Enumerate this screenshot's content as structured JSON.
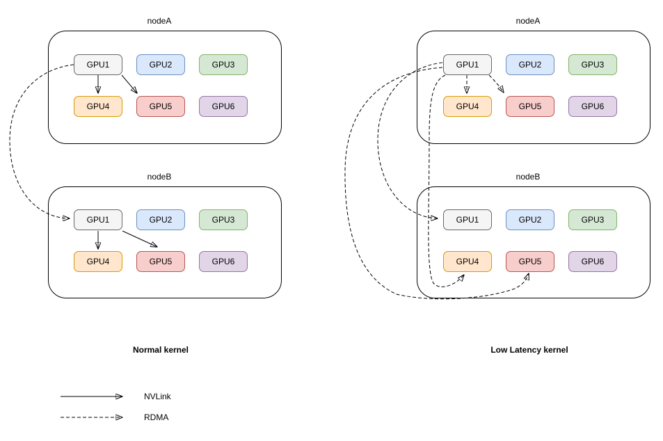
{
  "diagram": {
    "panels": [
      {
        "caption": "Normal kernel",
        "nodes": [
          {
            "title": "nodeA",
            "gpus": [
              "GPU1",
              "GPU2",
              "GPU3",
              "GPU4",
              "GPU5",
              "GPU6"
            ]
          },
          {
            "title": "nodeB",
            "gpus": [
              "GPU1",
              "GPU2",
              "GPU3",
              "GPU4",
              "GPU5",
              "GPU6"
            ]
          }
        ],
        "edges": [
          {
            "from": "nodeA.GPU1",
            "to": "nodeA.GPU4",
            "type": "NVLink"
          },
          {
            "from": "nodeA.GPU1",
            "to": "nodeA.GPU5",
            "type": "NVLink"
          },
          {
            "from": "nodeA.GPU1",
            "to": "nodeB.GPU1",
            "type": "RDMA"
          },
          {
            "from": "nodeB.GPU1",
            "to": "nodeB.GPU4",
            "type": "NVLink"
          },
          {
            "from": "nodeB.GPU1",
            "to": "nodeB.GPU5",
            "type": "NVLink"
          }
        ]
      },
      {
        "caption": "Low Latency kernel",
        "nodes": [
          {
            "title": "nodeA",
            "gpus": [
              "GPU1",
              "GPU2",
              "GPU3",
              "GPU4",
              "GPU5",
              "GPU6"
            ]
          },
          {
            "title": "nodeB",
            "gpus": [
              "GPU1",
              "GPU2",
              "GPU3",
              "GPU4",
              "GPU5",
              "GPU6"
            ]
          }
        ],
        "edges": [
          {
            "from": "nodeA.GPU1",
            "to": "nodeA.GPU4",
            "type": "RDMA"
          },
          {
            "from": "nodeA.GPU1",
            "to": "nodeA.GPU5",
            "type": "RDMA"
          },
          {
            "from": "nodeA.GPU1",
            "to": "nodeB.GPU1",
            "type": "RDMA"
          },
          {
            "from": "nodeA.GPU1",
            "to": "nodeB.GPU4",
            "type": "RDMA"
          },
          {
            "from": "nodeA.GPU1",
            "to": "nodeB.GPU5",
            "type": "RDMA"
          }
        ]
      }
    ],
    "legend": {
      "items": [
        {
          "label": "NVLink",
          "line": "solid"
        },
        {
          "label": "RDMA",
          "line": "dashed"
        }
      ]
    },
    "colors": {
      "background": "#ffffff",
      "edge": "#000000",
      "gpu_palette": {
        "GPU1": {
          "fill": "#f5f5f5",
          "stroke": "#666666"
        },
        "GPU2": {
          "fill": "#dae8fc",
          "stroke": "#6c8ebf"
        },
        "GPU3": {
          "fill": "#d5e8d4",
          "stroke": "#82b366"
        },
        "GPU4": {
          "fill": "#ffe6cc",
          "stroke": "#d79b00"
        },
        "GPU5": {
          "fill": "#f8cecc",
          "stroke": "#b85450"
        },
        "GPU6": {
          "fill": "#e1d5e7",
          "stroke": "#9673a6"
        }
      }
    }
  }
}
